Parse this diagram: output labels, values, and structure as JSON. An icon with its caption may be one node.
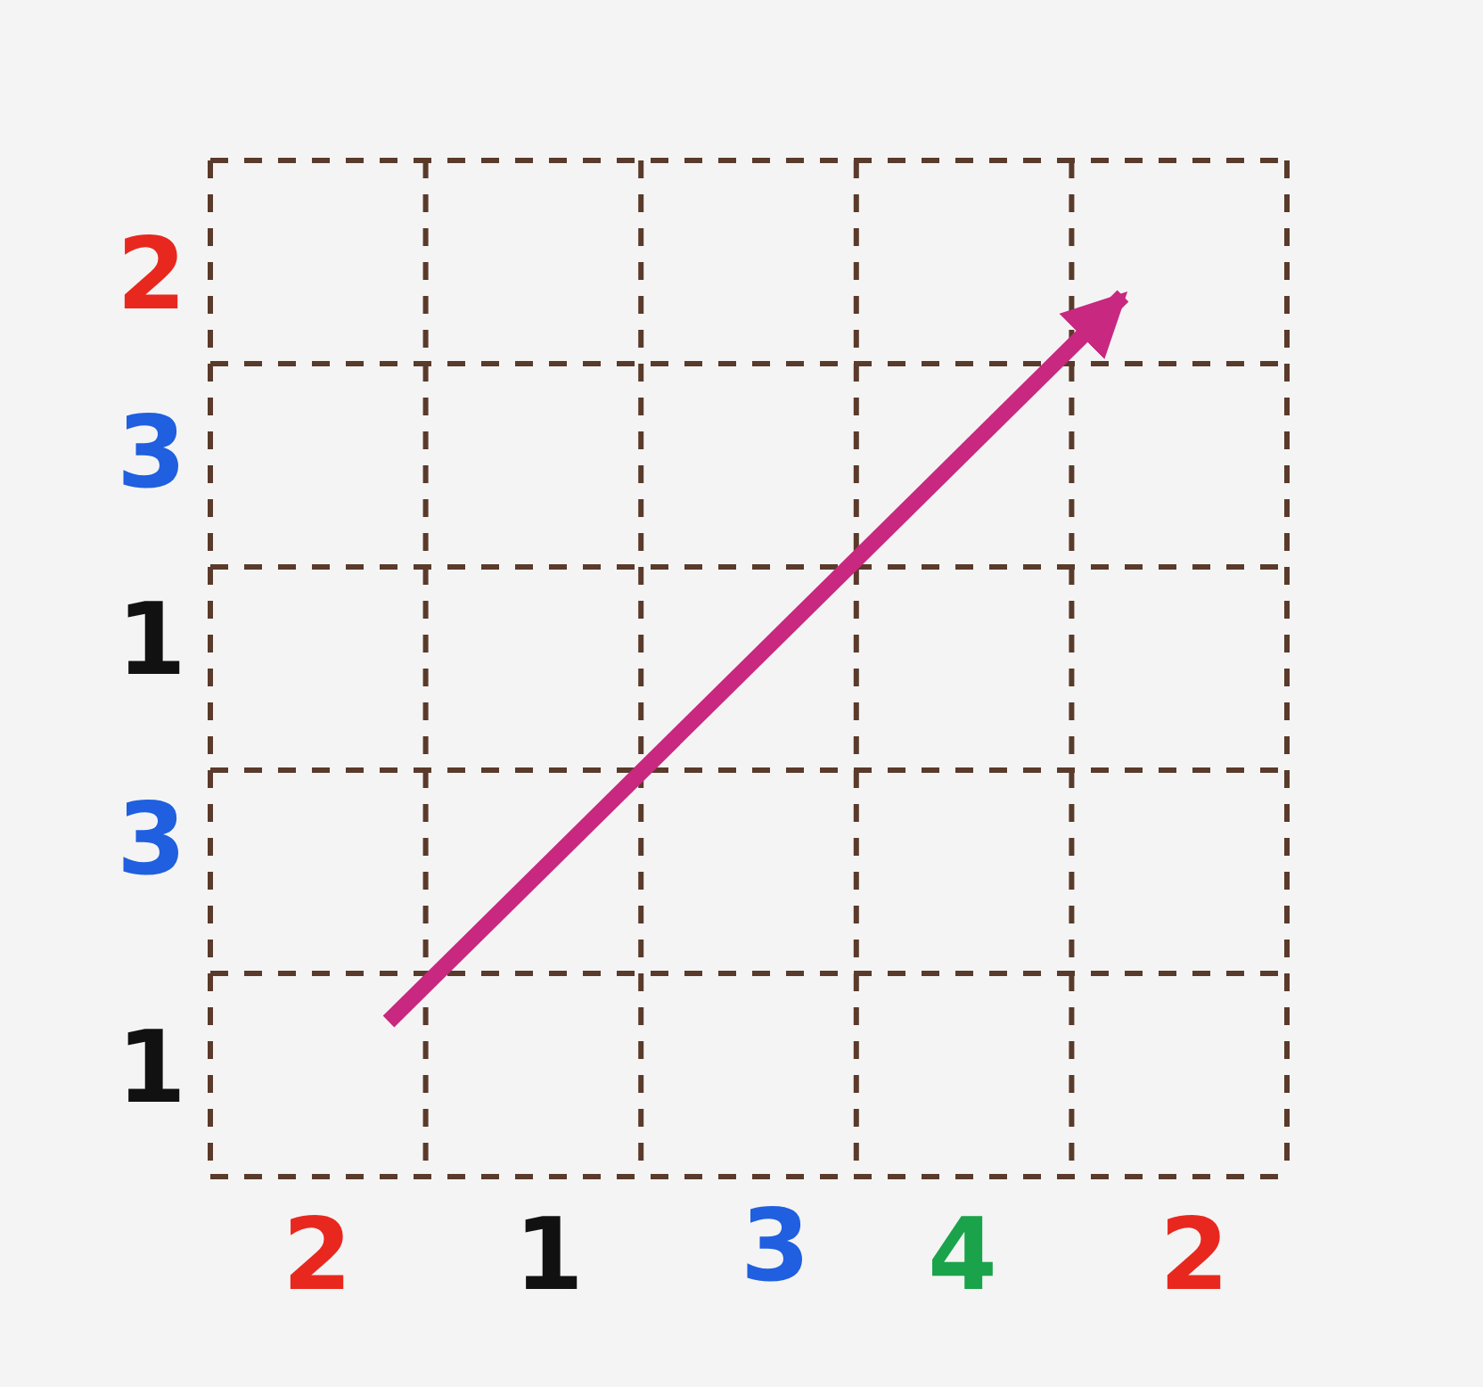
{
  "diagram": {
    "labels": [
      "2",
      "3",
      "1",
      "3",
      "1",
      "2",
      "1",
      "3",
      "4",
      "2"
    ]
  }
}
